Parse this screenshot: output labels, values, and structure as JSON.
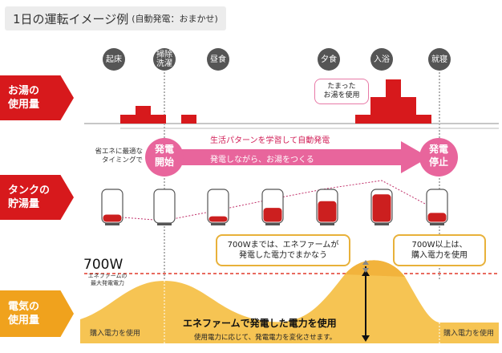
{
  "title": {
    "main": "1日の運転イメージ例",
    "sub": "(自動発電：おまかせ)"
  },
  "events": [
    {
      "label": "起床"
    },
    {
      "label": "掃除\n洗濯"
    },
    {
      "label": "昼食"
    },
    {
      "label": "夕食"
    },
    {
      "label": "入浴"
    },
    {
      "label": "就寝"
    }
  ],
  "rows": {
    "hot_water": "お湯の\n使用量",
    "tank": "タンクの\n貯湯量",
    "electricity": "電気の\n使用量"
  },
  "hot_water_callout": "たまった\nお湯を使用",
  "hot_water_usage": [
    {
      "slot": 0,
      "level": 1
    },
    {
      "slot": 1,
      "level": 2
    },
    {
      "slot": 2,
      "level": 1
    },
    {
      "slot": 4,
      "level": 1
    },
    {
      "slot": 12,
      "level": 1
    },
    {
      "slot": 13,
      "level": 3
    },
    {
      "slot": 14,
      "level": 5
    },
    {
      "slot": 15,
      "level": 3
    },
    {
      "slot": 16,
      "level": 1
    }
  ],
  "arrow": {
    "top_text": "生活パターンを学習して自動発電",
    "inner_text": "発電しながら、お湯をつくる",
    "start_label": "発電\n開始",
    "end_label": "発電\n停止",
    "left_note": "省エネに最適な\nタイミングで"
  },
  "tank_levels": [
    0.25,
    0.0,
    0.2,
    0.45,
    0.65,
    0.85,
    0.3
  ],
  "power": {
    "capacity_label": "700W",
    "capacity_note": "エネファームの\n最大発電電力",
    "callout_left": "700Wまでは、エネファームが\n発電した電力でまかなう",
    "callout_right": "700W以上は、\n購入電力を使用",
    "buy_left": "購入電力を使用",
    "buy_right": "購入電力を使用",
    "center_title": "エネファームで発電した電力を使用",
    "center_sub": "使用電力に応じて、発電電力を変化させます。"
  },
  "colors": {
    "accent_red": "#d7191c",
    "arrow_pink": "#e8659c",
    "tank_red": "#cc1f1f",
    "power_fill": "#f6c453",
    "callout_border": "#e8b13a"
  }
}
